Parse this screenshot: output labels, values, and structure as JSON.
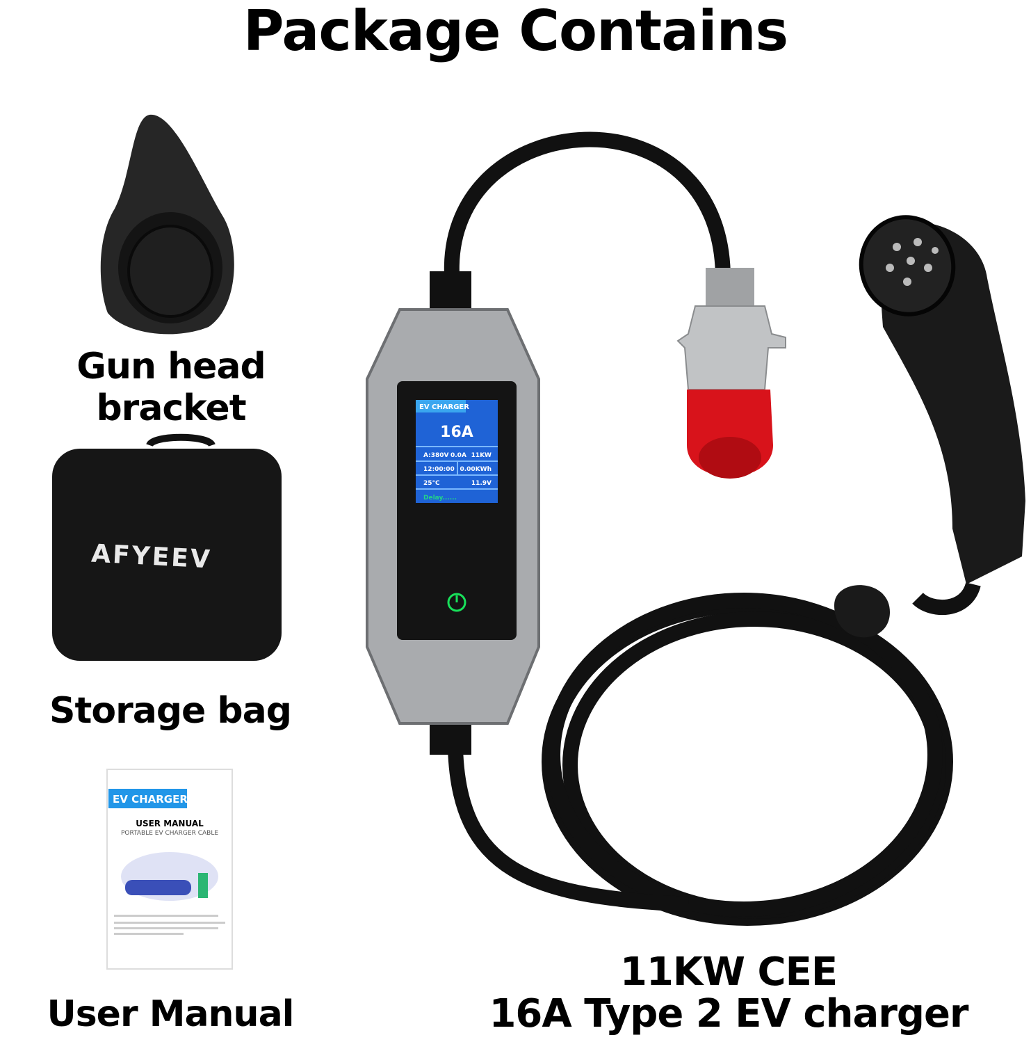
{
  "title": "Package Contains",
  "items": [
    {
      "label": "Gun head bracket",
      "icon": "bracket-icon"
    },
    {
      "label": "Storage bag",
      "icon": "bag-icon",
      "brand": "AFYEEV"
    },
    {
      "label": "User Manual",
      "icon": "manual-icon",
      "manual": {
        "banner": "EV CHARGER",
        "heading": "USER MANUAL",
        "subheading": "PORTABLE EV CHARGER CABLE"
      }
    }
  ],
  "charger": {
    "caption_line1": "11KW CEE",
    "caption_line2": "16A Type 2 EV charger",
    "screen": {
      "header": "EV CHARGER",
      "current": "16A",
      "voltage": "A:380V",
      "amps": "0.0A",
      "power": "11KW",
      "time": "12:00:00",
      "energy": "0.00KWh",
      "temperature": "25°C",
      "volt2": "11.9V",
      "status": "Delay......"
    }
  },
  "colors": {
    "screen_blue": "#1f63d6",
    "header_blue": "#3aa6ef",
    "status_green": "#22d28a",
    "plug_red": "#d8131b",
    "power_green": "#18e05a"
  }
}
